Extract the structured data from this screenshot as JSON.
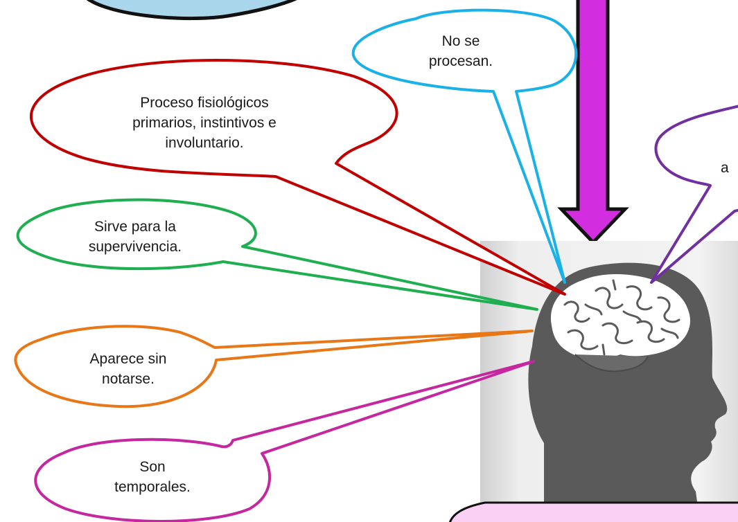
{
  "callouts": {
    "physiological": "Proceso fisiológicos\nprimarios, instintivos e\ninvoluntario.",
    "not_processed": "No se\nprocesan.",
    "survival": "Sirve para la\nsupervivencia.",
    "unnoticed": "Aparece sin\nnotarse.",
    "temporary": "Son\ntemporales.",
    "partial_right": "a"
  },
  "colors": {
    "red": "#c00000",
    "blue": "#1ab0e8",
    "green": "#1fae50",
    "orange": "#e87817",
    "magenta": "#c5279f",
    "purple": "#7030a0",
    "arrow_fill": "#d22ee0",
    "head": "#5a5a5a",
    "brain": "#ffffff",
    "bubble_fill": "#ffffff",
    "bottom_bubble_fill": "#fbd0f5"
  }
}
